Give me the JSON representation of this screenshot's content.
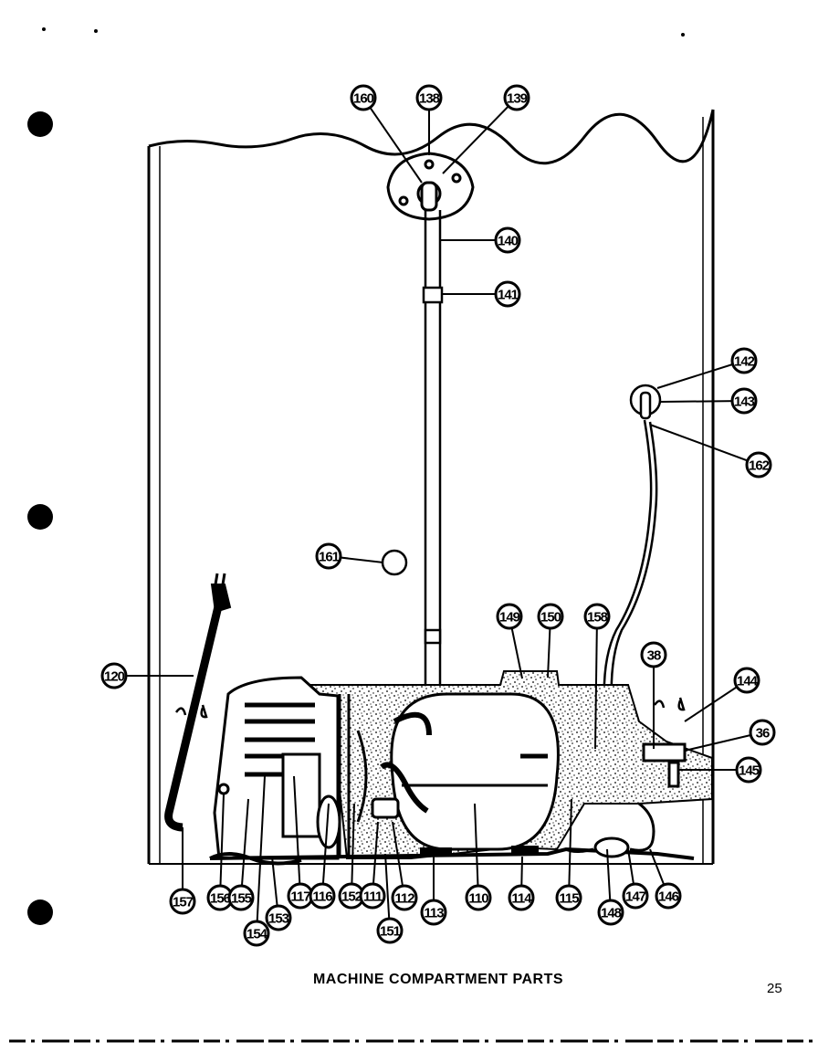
{
  "caption": "MACHINE COMPARTMENT PARTS",
  "page_number": "25",
  "callouts": [
    {
      "id": "160",
      "label": "160"
    },
    {
      "id": "138",
      "label": "138"
    },
    {
      "id": "139",
      "label": "139"
    },
    {
      "id": "140",
      "label": "140"
    },
    {
      "id": "141",
      "label": "141"
    },
    {
      "id": "142",
      "label": "142"
    },
    {
      "id": "143",
      "label": "143"
    },
    {
      "id": "162",
      "label": "162"
    },
    {
      "id": "161",
      "label": "161"
    },
    {
      "id": "149",
      "label": "149"
    },
    {
      "id": "150",
      "label": "150"
    },
    {
      "id": "158",
      "label": "158"
    },
    {
      "id": "38",
      "label": "38"
    },
    {
      "id": "144",
      "label": "144"
    },
    {
      "id": "36",
      "label": "36"
    },
    {
      "id": "145",
      "label": "145"
    },
    {
      "id": "120",
      "label": "120"
    },
    {
      "id": "157",
      "label": "157"
    },
    {
      "id": "156",
      "label": "156"
    },
    {
      "id": "155",
      "label": "155"
    },
    {
      "id": "154",
      "label": "154"
    },
    {
      "id": "153",
      "label": "153"
    },
    {
      "id": "117",
      "label": "117"
    },
    {
      "id": "116",
      "label": "116"
    },
    {
      "id": "152",
      "label": "152"
    },
    {
      "id": "111",
      "label": "111"
    },
    {
      "id": "112",
      "label": "112"
    },
    {
      "id": "151",
      "label": "151"
    },
    {
      "id": "113",
      "label": "113"
    },
    {
      "id": "110",
      "label": "110"
    },
    {
      "id": "114",
      "label": "114"
    },
    {
      "id": "115",
      "label": "115"
    },
    {
      "id": "148",
      "label": "148"
    },
    {
      "id": "147",
      "label": "147"
    },
    {
      "id": "146",
      "label": "146"
    }
  ]
}
